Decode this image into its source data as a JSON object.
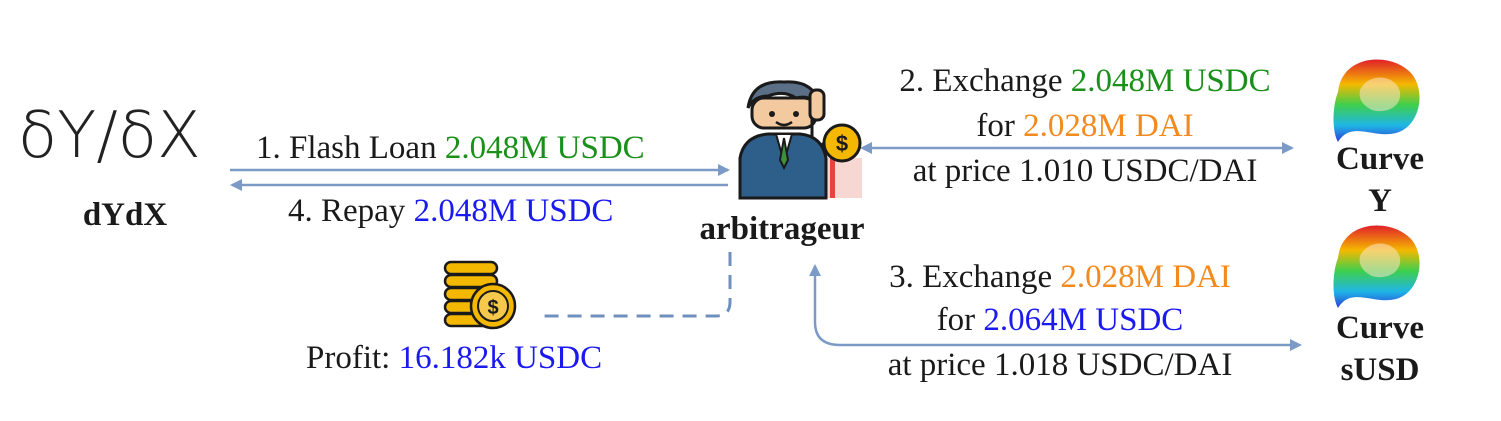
{
  "dydx": {
    "logo_text": "δY/δX",
    "label": "dYdX"
  },
  "arbitrageur": {
    "label": "arbitrageur",
    "icon": "trader-icon"
  },
  "step1": {
    "prefix": "1. Flash Loan ",
    "amount": "2.048M USDC"
  },
  "step4": {
    "prefix": "4. Repay ",
    "amount": "2.048M USDC"
  },
  "step2": {
    "prefix": "2. Exchange ",
    "amount_in": "2.048M USDC",
    "for_prefix": "for ",
    "amount_out": "2.028M DAI",
    "price": "at price 1.010 USDC/DAI"
  },
  "step3": {
    "prefix": "3. Exchange ",
    "amount_in": "2.028M DAI",
    "for_prefix": "for ",
    "amount_out": "2.064M USDC",
    "price": "at price 1.018 USDC/DAI"
  },
  "pool_y": {
    "line1": "Curve",
    "line2": "Y",
    "icon": "curve-logo-icon"
  },
  "pool_susd": {
    "line1": "Curve",
    "line2": "sUSD",
    "icon": "curve-logo-icon"
  },
  "profit": {
    "prefix": "Profit: ",
    "amount": "16.182k USDC",
    "icon": "coin-stack-icon"
  },
  "colors": {
    "arrow": "#7b9bc6",
    "green": "#1a8f1a",
    "orange": "#f28a1e",
    "blue": "#1a1af0"
  }
}
